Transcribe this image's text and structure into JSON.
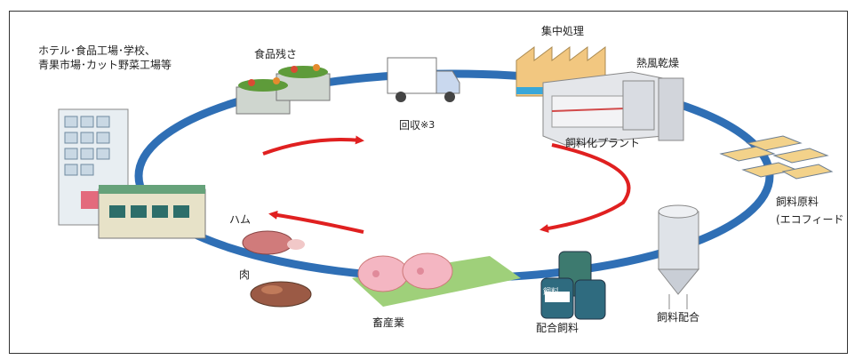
{
  "labels": {
    "sources": "ホテル･食品工場･学校、",
    "sources2": "青果市場･カット野菜工場等",
    "food_waste": "食品残さ",
    "collection": "回収",
    "collection_note": "※3",
    "central": "集中処理",
    "hot_air": "熱風乾燥",
    "feed_plant": "飼料化プラント",
    "feed_material": "飼料原料",
    "ecofeed": "(エコフィード",
    "feed_mixing": "飼料配合",
    "compound_feed": "配合飼料",
    "livestock": "畜産業",
    "ham": "ハム",
    "meat": "肉",
    "bag_label": "飼料"
  },
  "colors": {
    "ring": "#2f6fb5",
    "arrow": "#e02020",
    "field": "#9fd07a"
  }
}
